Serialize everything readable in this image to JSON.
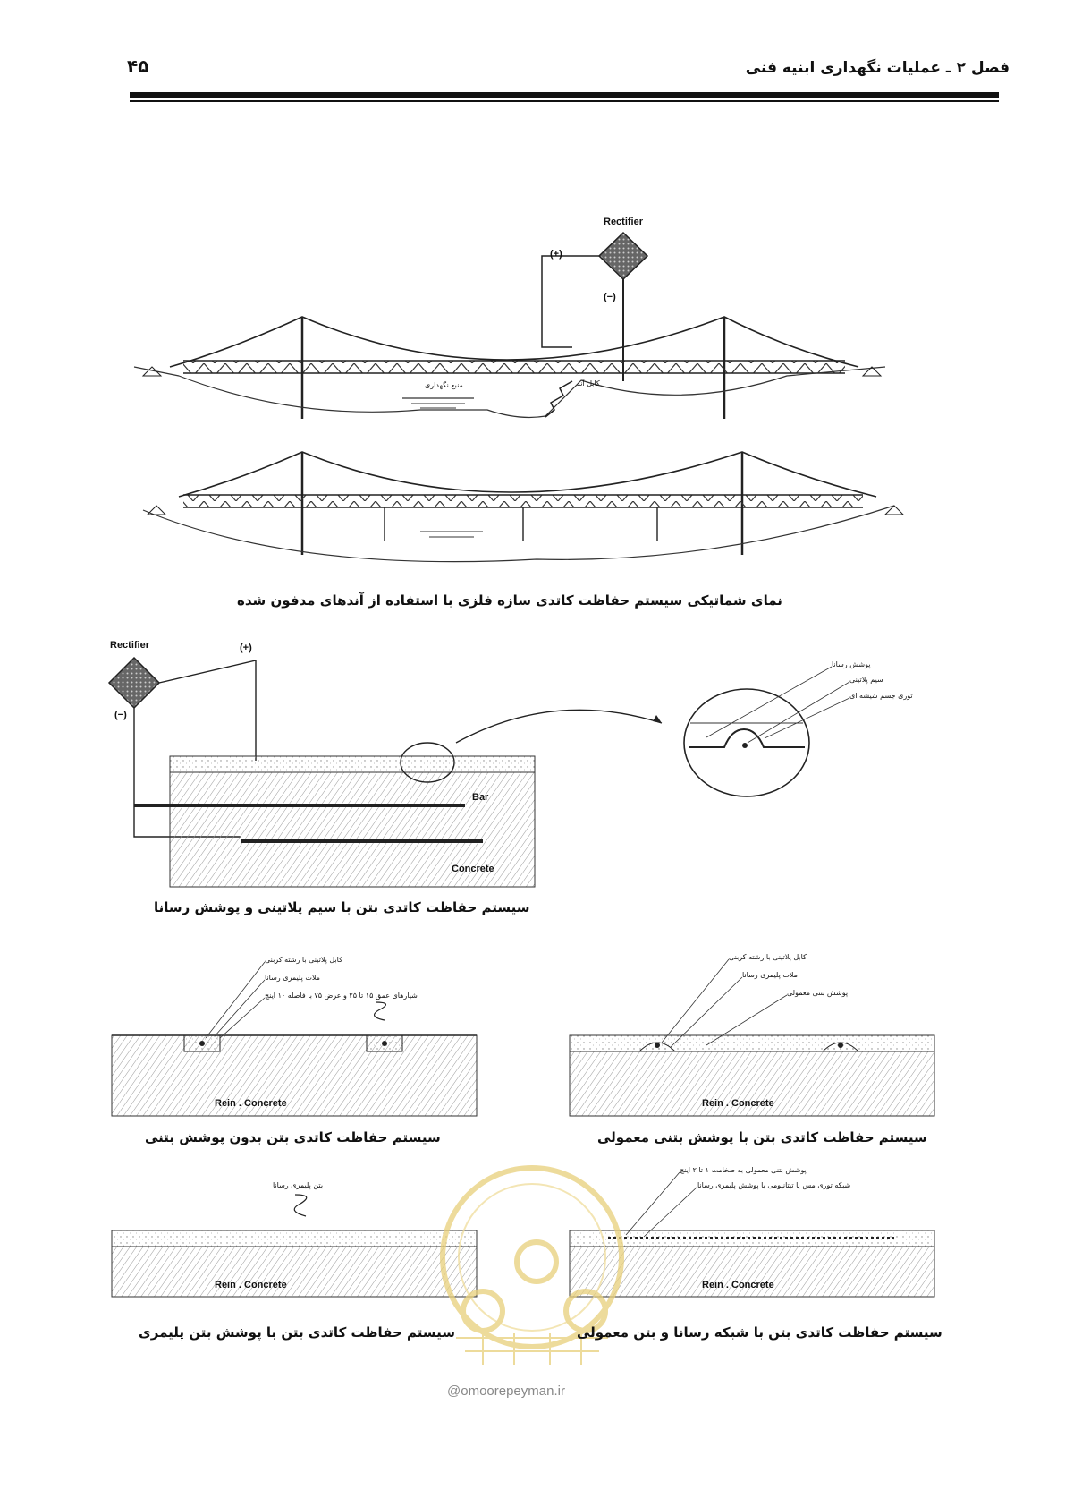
{
  "header": {
    "chapter_title": "فصل ۲ ـ عملیات نگهداری ابنیه فنی",
    "page_number": "۴۵"
  },
  "figure1": {
    "rectifier_label": "Rectifier",
    "plus_label": "(+)",
    "minus_label": "(−)",
    "water_label": "منبع نگهداری",
    "anode_label": "کابل آند",
    "caption": "نمای شماتیکی سیستم حفاظت کاتدی سازه فلزی با استفاده از آندهای مدفون شده"
  },
  "figure2": {
    "rectifier_label": "Rectifier",
    "plus_label": "(+)",
    "minus_label": "(−)",
    "bar_label": "Bar",
    "concrete_label": "Concrete",
    "detail_labels": [
      "پوشش رسانا",
      "سیم پلاتینی",
      "توری جسم شیشه ای"
    ],
    "caption": "سیستم حفاظت کاتدی بتن با سیم پلاتینی و پوشش رسانا"
  },
  "figure3": {
    "labels": [
      "کابل پلاتینی با رشته کربنی",
      "ملات پلیمری رسانا",
      "شیارهای عمق ۱۵ تا ۲۵ و عرض ۷۵ با فاصله ۱۰ اینچ"
    ],
    "concrete_label": "Rein . Concrete",
    "caption": "سیستم حفاظت کاتدی بتن بدون پوشش بتنی"
  },
  "figure4": {
    "labels": [
      "کابل پلاتینی با رشته کربنی",
      "ملات پلیمری رسانا",
      "پوشش بتنی معمولی"
    ],
    "concrete_label": "Rein . Concrete",
    "caption": "سیستم حفاظت کاتدی بتن با پوشش بتنی معمولی"
  },
  "figure5": {
    "labels": [
      "بتن پلیمری رسانا"
    ],
    "concrete_label": "Rein . Concrete",
    "caption": "سیستم حفاظت کاتدی بتن با پوشش بتن پلیمری"
  },
  "figure6": {
    "labels": [
      "پوشش بتنی معمولی به ضخامت ۱ تا ۲ اینچ",
      "شبکه توری مس یا تیتانیومی با پوشش پلیمری رسانا"
    ],
    "concrete_label": "Rein . Concrete",
    "caption": "سیستم حفاظت کاتدی بتن با شبکه رسانا و بتن معمولی"
  },
  "watermark": {
    "url": "@omoorepeyman.ir",
    "color": "#e8cf7a"
  }
}
